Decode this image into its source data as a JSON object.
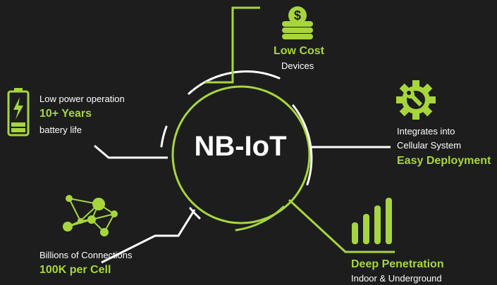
{
  "colors": {
    "accent": "#a6d63c",
    "line": "#ffffff",
    "background": "#1d1d1d"
  },
  "center": {
    "title": "NB-IoT"
  },
  "nodes": {
    "cost": {
      "title": "Low Cost",
      "subtitle": "Devices",
      "icon": "coins-dollar-icon"
    },
    "battery": {
      "line1": "Low power operation",
      "highlight": "10+ Years",
      "line2": "battery life",
      "icon": "battery-charging-icon"
    },
    "cellular": {
      "line1": "Integrates into",
      "line2": "Cellular System",
      "highlight": "Easy Deployment",
      "icon": "gear-wrench-icon"
    },
    "connections": {
      "line1": "Billions of Connections",
      "highlight": "100K per Cell",
      "icon": "network-nodes-icon"
    },
    "penetration": {
      "highlight": "Deep Penetration",
      "line1": "Indoor & Underground",
      "icon": "signal-bars-icon"
    }
  }
}
